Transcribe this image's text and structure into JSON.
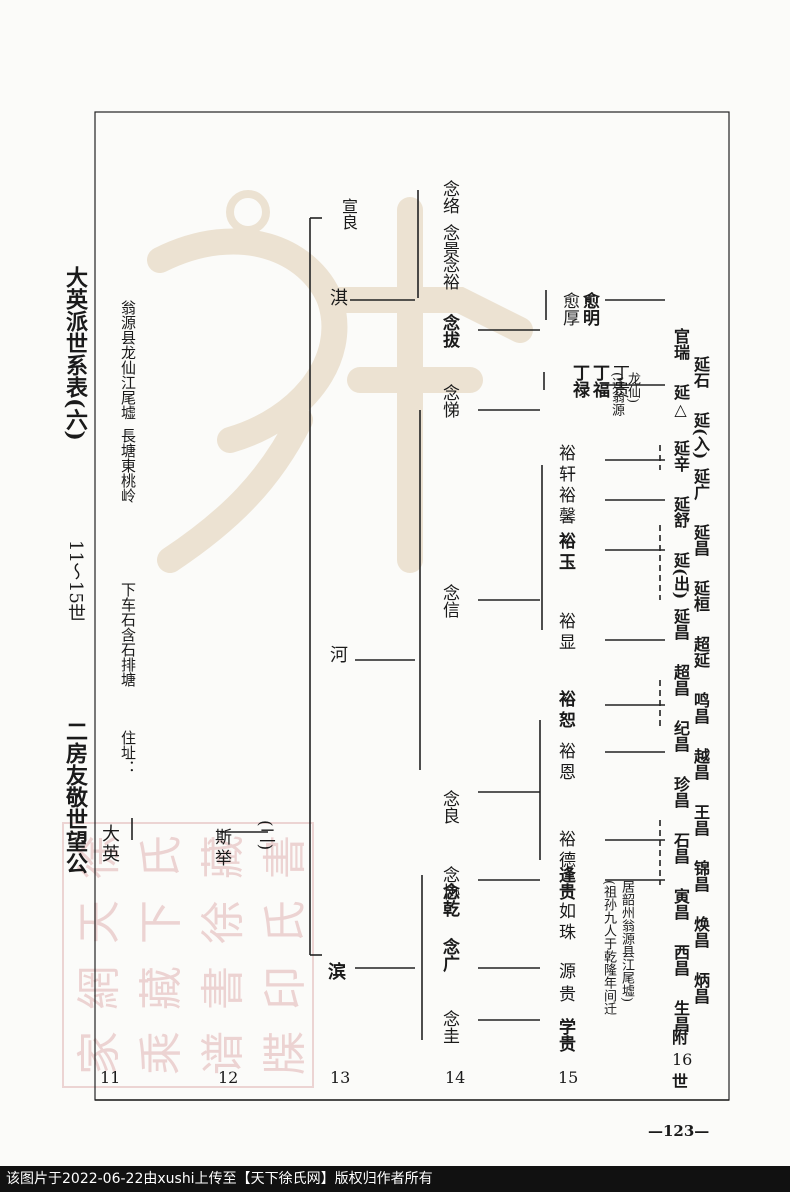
{
  "page": {
    "title": "二房友敬世望公",
    "title_main": "大英派世系表(六)",
    "generations_range": "11～15世",
    "address_label": "住址：",
    "addresses": [
      "下车石含石排塘",
      "長塘東桃岭",
      "翁源县龙仙江尾墟"
    ],
    "page_number": "—123—",
    "footer": "该图片于2022-06-22由xushi上传至【天下徐氏网】版权归作者所有"
  },
  "gen_labels": [
    "11",
    "12",
    "13",
    "14",
    "15",
    "附",
    "16",
    "世"
  ],
  "tree": {
    "g11": "大英",
    "g12": [
      "斯举",
      "(二)"
    ],
    "g13": [
      "滨",
      "河",
      "淇",
      "宣良"
    ],
    "g14": [
      "念圭",
      "念广",
      "念乾",
      "念协",
      "念良",
      "念信",
      "念悌",
      "念拔",
      "念裕",
      "念景",
      "念络"
    ],
    "g15": [
      "学贵",
      "源贵",
      "如珠",
      "逢贵",
      "裕德",
      "裕恩",
      "裕恕",
      "裕显",
      "裕玉",
      "裕馨",
      "裕轩",
      "丁禄",
      "丁福",
      "丁贵",
      "愈厚",
      "愈明"
    ],
    "g15_notes": [
      "(祖孙九人于乾隆年间迁",
      "居韶州翁源县江尾墟)",
      "(迁翁源",
      "龙仙)"
    ],
    "g16": [
      "生昌",
      "炳昌",
      "西昌",
      "焕昌",
      "寅昌",
      "锦昌",
      "石昌",
      "王昌",
      "珍昌",
      "越昌",
      "纪昌",
      "鸣昌",
      "超昌",
      "超延",
      "延昌",
      "延桓",
      "延(出)",
      "延昌",
      "延舒",
      "延广",
      "延辛",
      "延(入)",
      "延△",
      "延石",
      "官瑞"
    ]
  },
  "watermark": {
    "seal_chars": [
      "徐",
      "氏",
      "藏",
      "書",
      "天",
      "下",
      "徐",
      "氏",
      "網",
      "藏",
      "書",
      "印",
      "家",
      "乘",
      "谱",
      "牒"
    ],
    "color": "#e2d3bd"
  }
}
